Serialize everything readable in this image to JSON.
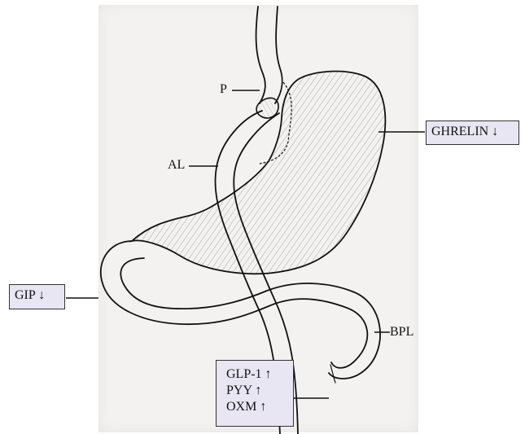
{
  "labels": {
    "p": "P",
    "al": "AL",
    "bpl": "BPL"
  },
  "boxes": {
    "ghrelin": "GHRELIN ↓",
    "gip": "GIP ↓",
    "hormones": [
      "GLP-1 ↑",
      "PYY ↑",
      "OXM ↑"
    ]
  },
  "colors": {
    "background": "#ffffff",
    "paper": "#f3f2f0",
    "label_box_fill": "#e9e6f3",
    "ink": "#111111"
  }
}
